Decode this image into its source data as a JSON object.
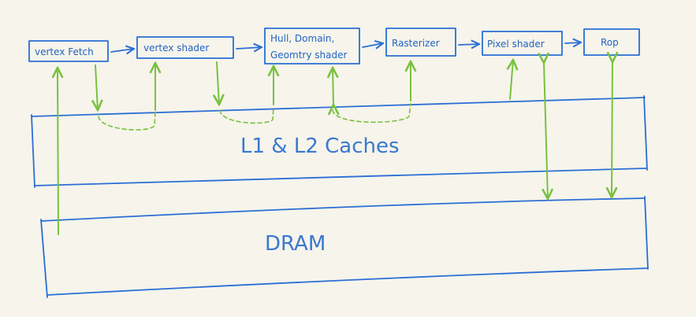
{
  "stages": [
    {
      "id": "vertex-fetch",
      "lines": [
        "vertex Fetch"
      ]
    },
    {
      "id": "vertex-shader",
      "lines": [
        "vertex shader"
      ]
    },
    {
      "id": "hull-domain-geometry-shader",
      "lines": [
        "Hull, Domain,",
        "Geomtry shader"
      ]
    },
    {
      "id": "rasterizer",
      "lines": [
        "Rasterizer"
      ]
    },
    {
      "id": "pixel-shader",
      "lines": [
        "Pixel shader"
      ]
    },
    {
      "id": "rop",
      "lines": [
        "Rop"
      ]
    }
  ],
  "caches": {
    "label": "L1 & L2 Caches"
  },
  "dram": {
    "label": "DRAM"
  },
  "colors": {
    "ink": "#2a6ed6",
    "arrow": "#79c13f",
    "background": "#f6f4eb"
  }
}
